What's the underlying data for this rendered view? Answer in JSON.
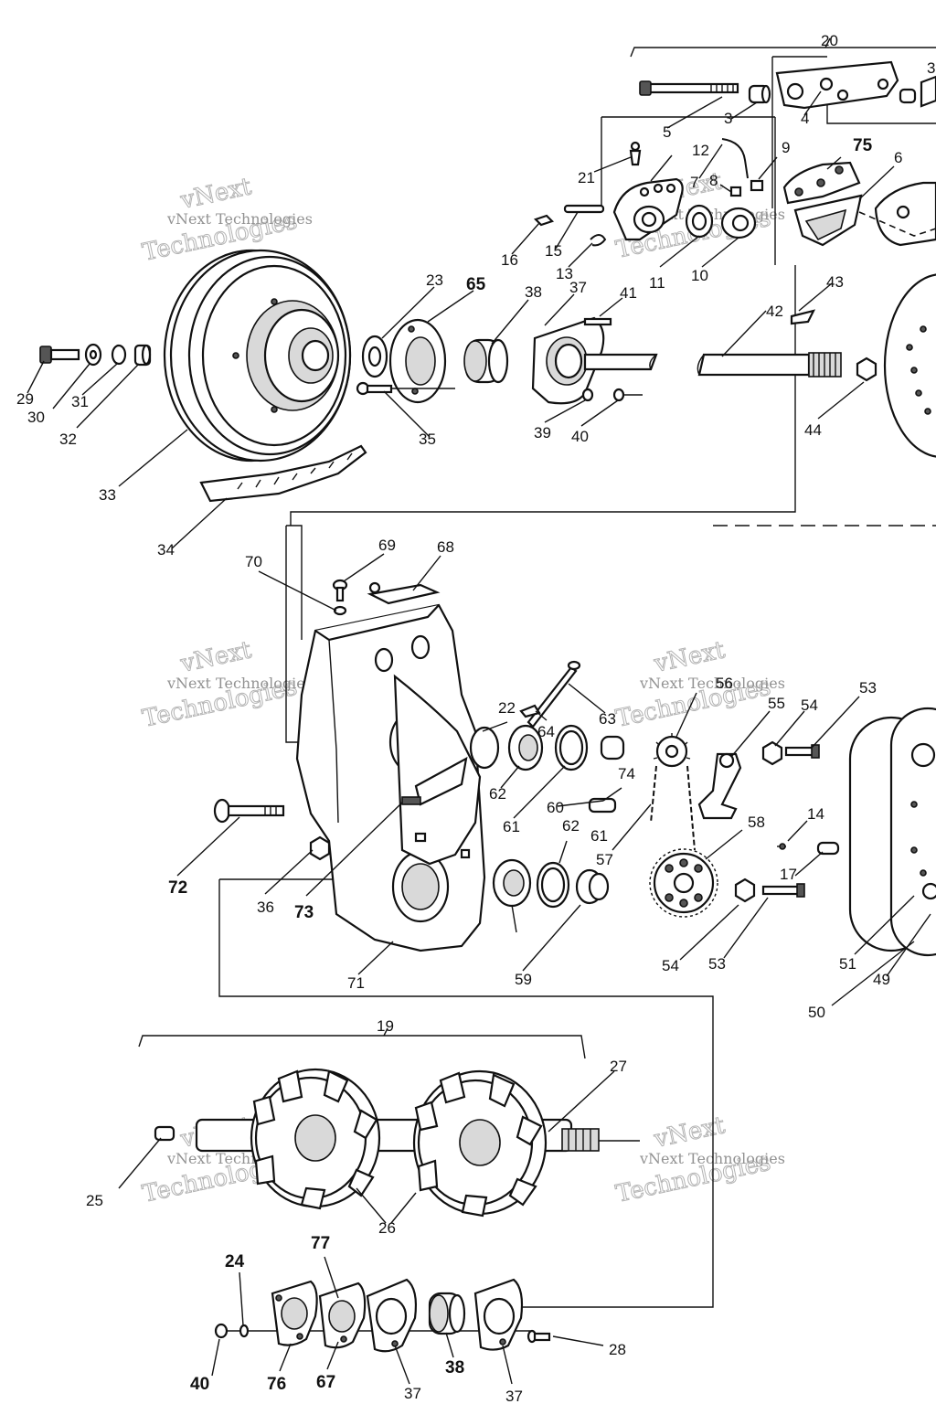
{
  "watermark": {
    "brand": "vNext",
    "line": "vNext Technologies",
    "word": "Technologies"
  },
  "labels": {
    "n3": "3",
    "n4": "4",
    "n5": "5",
    "n6": "6",
    "n7": "7",
    "n8": "8",
    "n9": "9",
    "n10": "10",
    "n11": "11",
    "n12": "12",
    "n13": "13",
    "n14": "14",
    "n15": "15",
    "n16": "16",
    "n17": "17",
    "n19": "19",
    "n20": "20",
    "n21": "21",
    "n22": "22",
    "n23": "23",
    "n24": "24",
    "n25": "25",
    "n26": "26",
    "n27": "27",
    "n28": "28",
    "n29": "29",
    "n30": "30",
    "n31": "31",
    "n32": "32",
    "n33": "33",
    "n34": "34",
    "n35": "35",
    "n36": "36",
    "n37": "37",
    "n38": "38",
    "n39": "39",
    "n40": "40",
    "n41": "41",
    "n42": "42",
    "n43": "43",
    "n44": "44",
    "n49": "49",
    "n50": "50",
    "n51": "51",
    "n53": "53",
    "n54": "54",
    "n55": "55",
    "n56": "56",
    "n57": "57",
    "n58": "58",
    "n59": "59",
    "n60": "60",
    "n61": "61",
    "n62": "62",
    "n63": "63",
    "n64": "64",
    "n65": "65",
    "n67": "67",
    "n68": "68",
    "n69": "69",
    "n70": "70",
    "n71": "71",
    "n72": "72",
    "n73": "73",
    "n74": "74",
    "n75": "75",
    "n76": "76",
    "n77": "77"
  }
}
